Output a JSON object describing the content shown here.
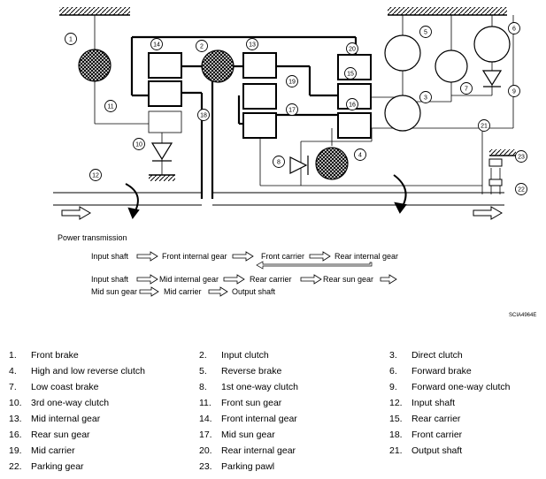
{
  "figure_code": "SCIA4964E",
  "transmission": {
    "title": "Power transmission",
    "row1": [
      "Input shaft",
      "Front internal gear",
      "Front carrier",
      "Rear internal gear"
    ],
    "row2": [
      "Input shaft",
      "Mid internal gear",
      "Rear carrier",
      "Rear sun gear"
    ],
    "row3": [
      "Mid sun gear",
      "Mid carrier",
      "Output shaft"
    ]
  },
  "callouts": [
    "1",
    "2",
    "3",
    "4",
    "5",
    "6",
    "7",
    "8",
    "9",
    "10",
    "11",
    "12",
    "13",
    "14",
    "15",
    "16",
    "17",
    "18",
    "19",
    "20",
    "21",
    "22",
    "23"
  ],
  "legend": [
    {
      "num": "1.",
      "label": "Front brake"
    },
    {
      "num": "2.",
      "label": "Input clutch"
    },
    {
      "num": "3.",
      "label": "Direct clutch"
    },
    {
      "num": "4.",
      "label": "High and low reverse clutch"
    },
    {
      "num": "5.",
      "label": "Reverse brake"
    },
    {
      "num": "6.",
      "label": "Forward brake"
    },
    {
      "num": "7.",
      "label": "Low coast brake"
    },
    {
      "num": "8.",
      "label": "1st one-way clutch"
    },
    {
      "num": "9.",
      "label": "Forward one-way clutch"
    },
    {
      "num": "10.",
      "label": "3rd one-way clutch"
    },
    {
      "num": "11.",
      "label": "Front sun gear"
    },
    {
      "num": "12.",
      "label": "Input shaft"
    },
    {
      "num": "13.",
      "label": "Mid internal gear"
    },
    {
      "num": "14.",
      "label": "Front internal gear"
    },
    {
      "num": "15.",
      "label": "Rear carrier"
    },
    {
      "num": "16.",
      "label": "Rear sun gear"
    },
    {
      "num": "17.",
      "label": "Mid sun gear"
    },
    {
      "num": "18.",
      "label": "Front carrier"
    },
    {
      "num": "19.",
      "label": "Mid carrier"
    },
    {
      "num": "20.",
      "label": "Rear internal gear"
    },
    {
      "num": "21.",
      "label": "Output shaft"
    },
    {
      "num": "22.",
      "label": "Parking gear"
    },
    {
      "num": "23.",
      "label": "Parking pawl"
    }
  ]
}
